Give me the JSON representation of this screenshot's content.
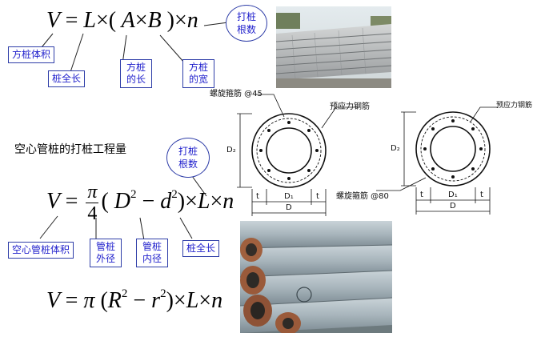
{
  "formula1": {
    "V": "V",
    "eq": "=",
    "L": "L",
    "times1": "×",
    "lparen": "(",
    "A": "A",
    "times2": "×",
    "B": "B",
    "rparen": ")",
    "times3": "×",
    "n": "n"
  },
  "labels1": {
    "square_pile_volume": "方桩体积",
    "pile_full_length": "桩全长",
    "square_pile_length": [
      "方桩",
      "的长"
    ],
    "square_pile_width": [
      "方桩",
      "的宽"
    ],
    "pile_count": [
      "打桩",
      "根数"
    ]
  },
  "heading": "空心管桩的打桩工程量",
  "formula2": {
    "V": "V",
    "eq": "=",
    "pi": "π",
    "four": "4",
    "lparen": "(",
    "D": "D",
    "D_exp": "2",
    "minus": "−",
    "d": "d",
    "d_exp": "2",
    "rparen": ")",
    "times1": "×",
    "L": "L",
    "times2": "×",
    "n": "n"
  },
  "labels2": {
    "hollow_pile_volume": "空心管桩体积",
    "pipe_outer_dia": [
      "管桩",
      "外径"
    ],
    "pipe_inner_dia": [
      "管桩",
      "内径"
    ],
    "pile_full_length": "桩全长",
    "pile_count": [
      "打桩",
      "根数"
    ]
  },
  "formula3": {
    "V": "V",
    "eq": "=",
    "pi": "π",
    "lparen": "(",
    "R": "R",
    "R_exp": "2",
    "minus": "−",
    "r": "r",
    "r_exp": "2",
    "rparen": ")",
    "times1": "×",
    "L": "L",
    "times2": "×",
    "n": "n"
  },
  "diagram_left": {
    "spiral": "螺旋箍筋 @45",
    "prestress": "预应力钢筋",
    "D2": "D₂",
    "t1": "t",
    "D1": "D₁",
    "t2": "t",
    "D": "D"
  },
  "diagram_right": {
    "spiral": "螺旋箍筋 @80",
    "prestress": "预应力钢筋",
    "D2": "D₂",
    "t1": "t",
    "D1": "D₁",
    "t2": "t",
    "D": "D"
  },
  "colors": {
    "label_text": "#1f1fcc",
    "label_border": "#2f3ea8",
    "pile_concrete": "#b8bcc0",
    "pipe_concrete": "#9fb0b8",
    "rust": "#9a5a3a"
  }
}
